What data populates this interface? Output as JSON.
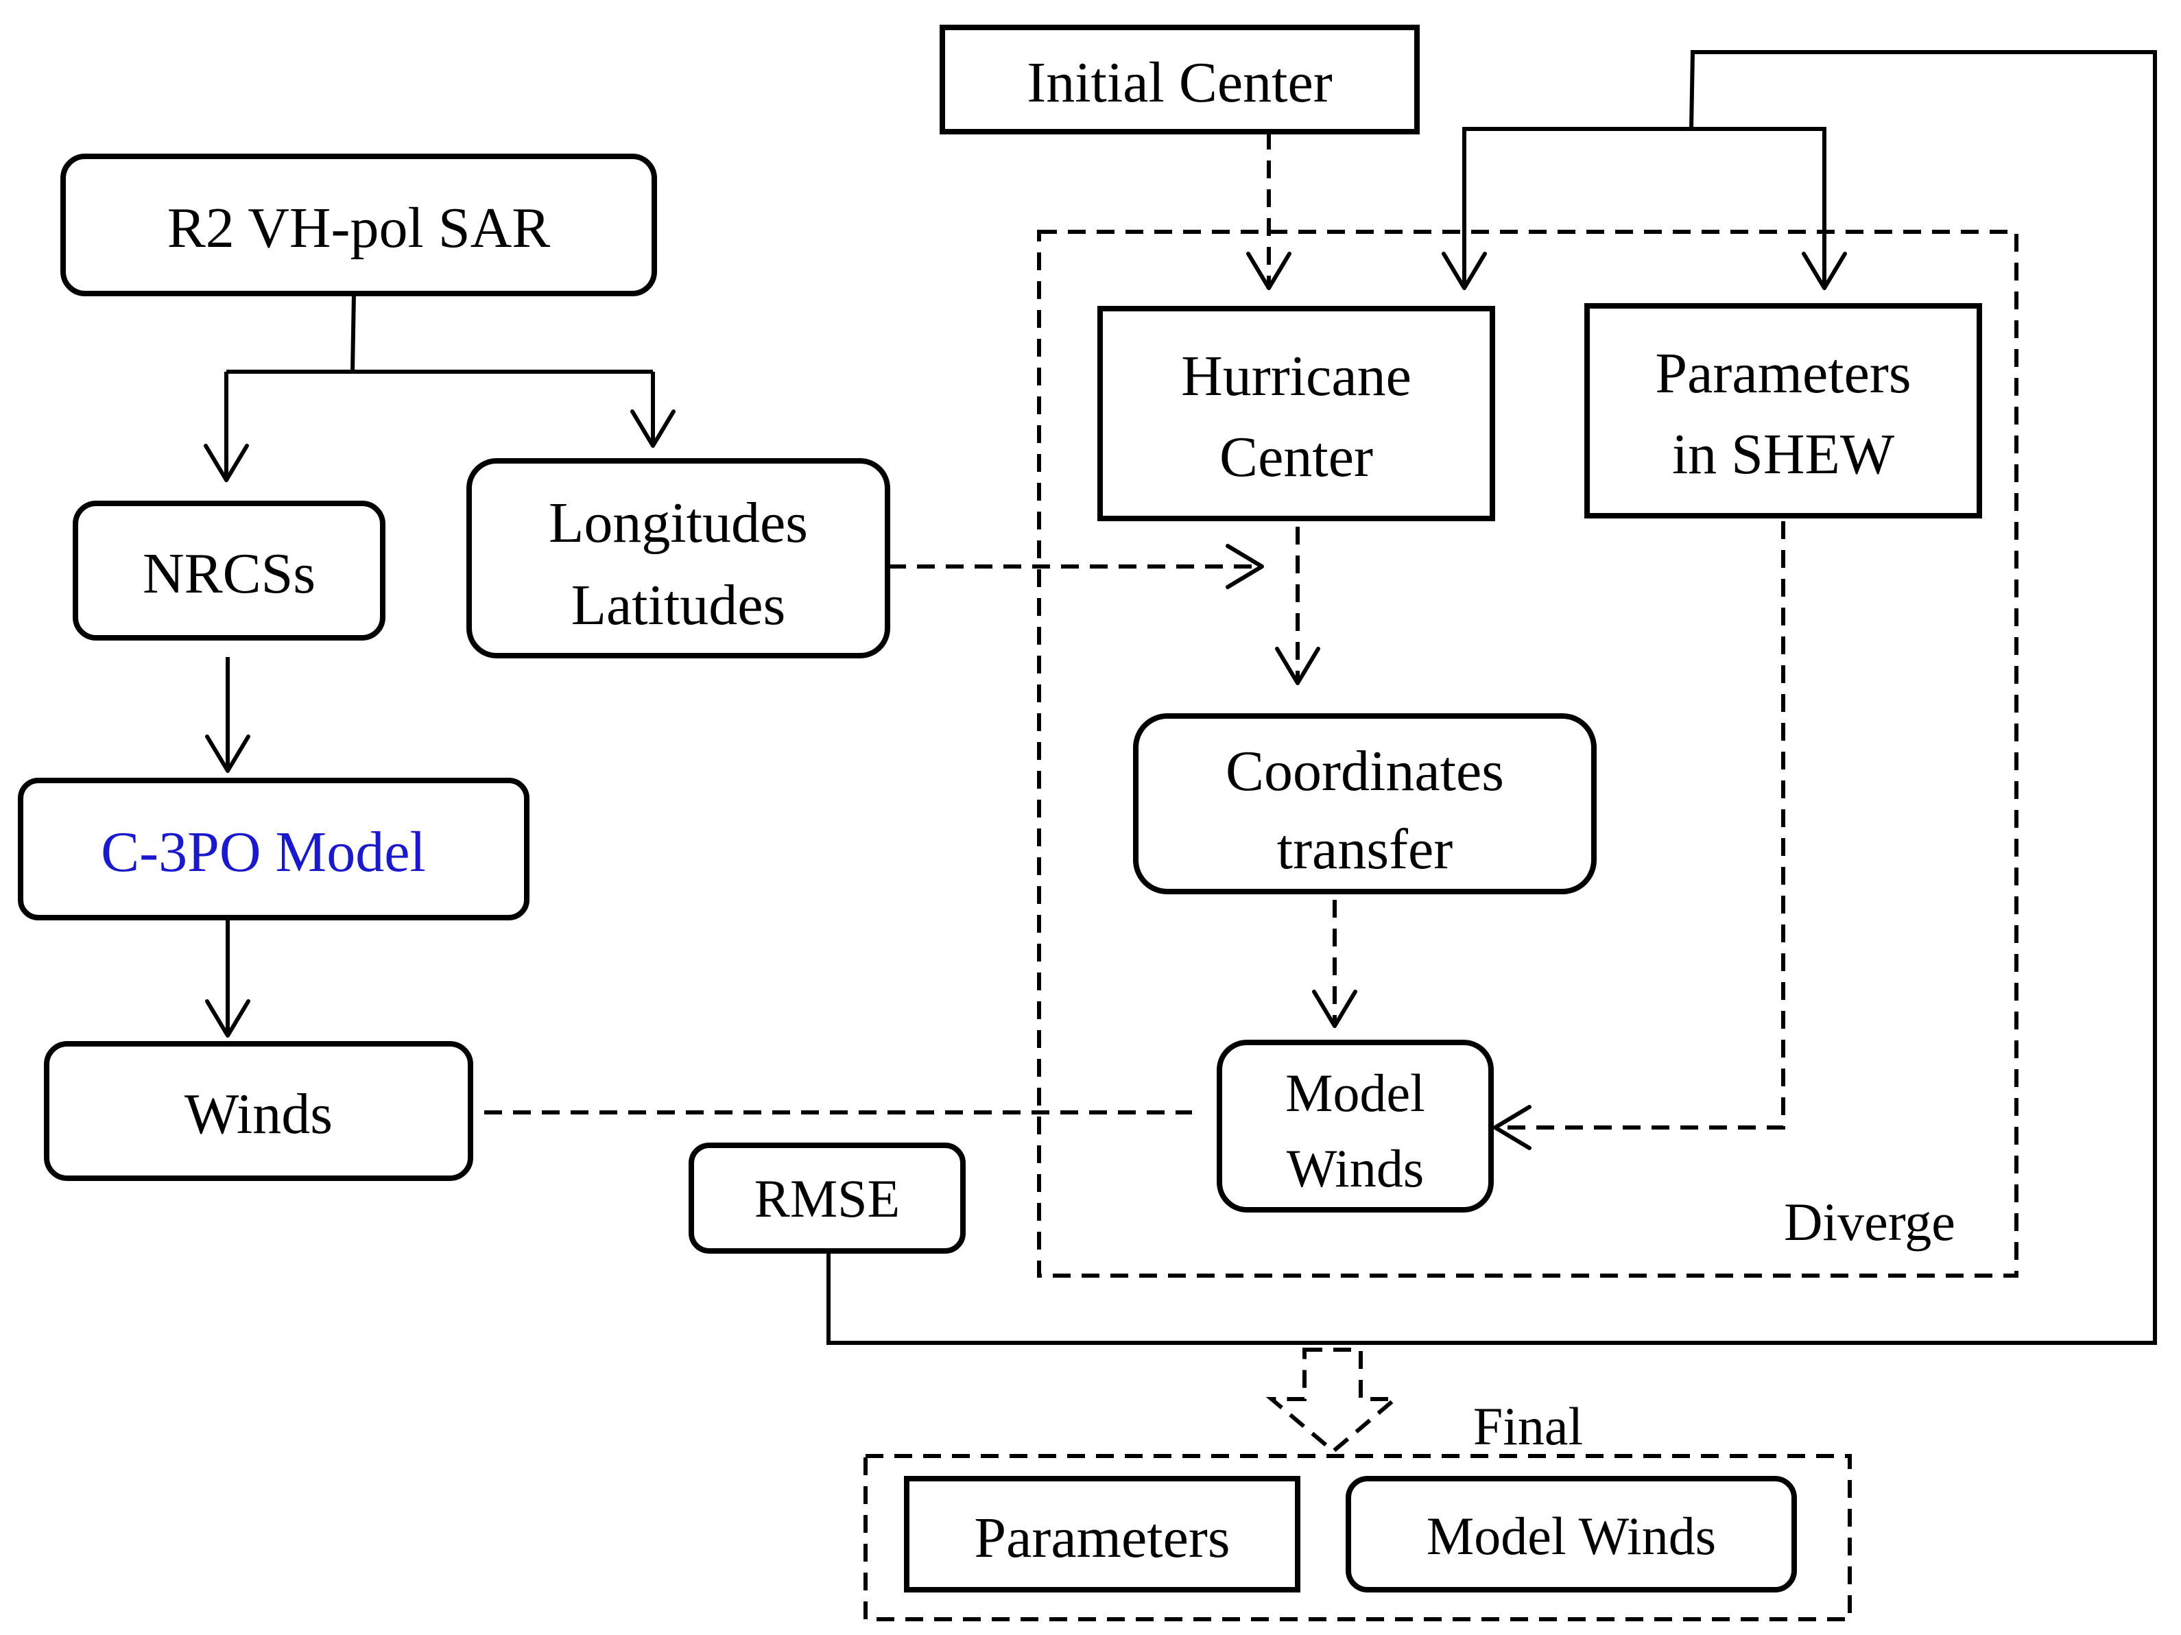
{
  "nodes": {
    "initial_center": "Initial Center",
    "r2_sar": "R2 VH-pol SAR",
    "nrcss": "NRCSs",
    "longitudes": "Longitudes",
    "latitudes": "Latitudes",
    "c3po_model": "C-3PO Model",
    "winds": "Winds",
    "hurricane": "Hurricane",
    "center": "Center",
    "parameters": "Parameters",
    "in_shew": "in SHEW",
    "coordinates": "Coordinates",
    "transfer": "transfer",
    "model": "Model",
    "model_winds_line2": "Winds",
    "rmse": "RMSE",
    "final_parameters": "Parameters",
    "final_model_winds": "Model Winds"
  },
  "labels": {
    "diverge": "Diverge",
    "final": "Final"
  },
  "colors": {
    "accent_text": "#1a1acc",
    "line": "#000000"
  }
}
